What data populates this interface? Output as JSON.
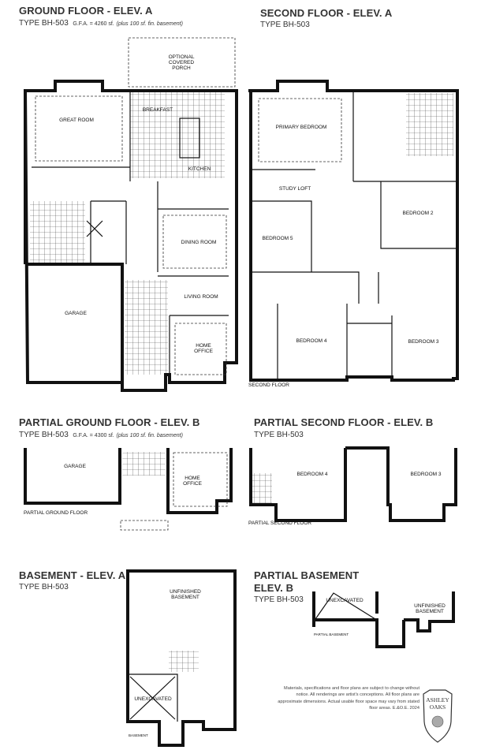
{
  "sections": {
    "ground_a": {
      "title": "GROUND FLOOR - ELEV. A",
      "type": "TYPE BH-503",
      "gfa": "G.F.A. = 4260 sf.",
      "note": "(plus 100 sf. fin. basement)"
    },
    "second_a": {
      "title": "SECOND FLOOR - ELEV. A",
      "type": "TYPE BH-503"
    },
    "partial_ground_b": {
      "title": "PARTIAL GROUND FLOOR - ELEV. B",
      "type": "TYPE BH-503",
      "gfa": "G.F.A. = 4300 sf.",
      "note": "(plus 100 sf. fin. basement)"
    },
    "partial_second_b": {
      "title": "PARTIAL SECOND FLOOR - ELEV. B",
      "type": "TYPE BH-503"
    },
    "basement_a": {
      "title": "BASEMENT - ELEV. A",
      "type": "TYPE BH-503"
    },
    "partial_basement_b": {
      "title_line1": "PARTIAL BASEMENT",
      "title_line2": "ELEV. B",
      "type": "TYPE BH-503"
    }
  },
  "rooms": {
    "ground": {
      "great_room": "GREAT ROOM",
      "breakfast": "BREAKFAST",
      "kitchen": "KITCHEN",
      "dining_room": "DINING ROOM",
      "living_room": "LIVING ROOM",
      "garage": "GARAGE",
      "home_office_1": "HOME",
      "home_office_2": "OFFICE",
      "porch_1": "OPTIONAL",
      "porch_2": "COVERED",
      "porch_3": "PORCH"
    },
    "second": {
      "primary_bedroom": "PRIMARY BEDROOM",
      "study_loft": "STUDY LOFT",
      "bedroom_2": "BEDROOM 2",
      "bedroom_5": "BEDROOM 5",
      "bedroom_4": "BEDROOM 4",
      "bedroom_3": "BEDROOM 3",
      "floor_label": "SECOND FLOOR"
    },
    "partial_ground": {
      "garage": "GARAGE",
      "home_office_1": "HOME",
      "home_office_2": "OFFICE",
      "floor_label": "PARTIAL GROUND FLOOR"
    },
    "partial_second": {
      "bedroom_4": "BEDROOM 4",
      "bedroom_3": "BEDROOM 3",
      "floor_label": "PARTIAL SECOND FLOOR"
    },
    "basement": {
      "unfinished_1": "UNFINISHED",
      "unfinished_2": "BASEMENT",
      "unexcavated": "UNEXCAVATED",
      "floor_label": "BASEMENT"
    },
    "partial_basement": {
      "unexcavated": "UNEXCAVATED",
      "unfinished_1": "UNFINISHED",
      "unfinished_2": "BASEMENT",
      "floor_label": "PARTIAL BASEMENT"
    }
  },
  "disclaimer": "Materials, specifications and floor plans are subject to change without notice.  All renderings are artist's conceptions. All floor plans are approximate dimensions.  Actual usable floor space may vary from stated floor areas. E.&O.E. 2024",
  "logo": {
    "line1": "ASHLEY",
    "line2": "OAKS"
  }
}
